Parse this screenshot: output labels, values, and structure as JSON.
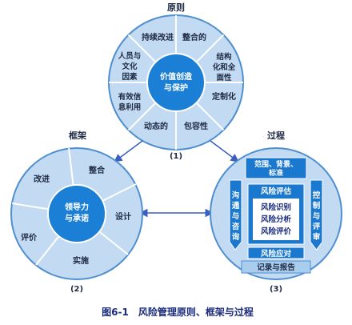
{
  "principles": {
    "title": "原则",
    "center": [
      "价值创造",
      "与保护"
    ],
    "items": [
      [
        "整合的"
      ],
      [
        "结构",
        "化和全",
        "面性"
      ],
      [
        "定制化"
      ],
      [
        "包容性"
      ],
      [
        "动态的"
      ],
      [
        "有效信",
        "息利用"
      ],
      [
        "人员与",
        "文化",
        "因素"
      ],
      [
        "持续改进"
      ]
    ],
    "number": "(1)"
  },
  "framework": {
    "title": "框架",
    "center": [
      "领导力",
      "与承诺"
    ],
    "items": [
      [
        "整合"
      ],
      [
        "设计"
      ],
      [
        "实施"
      ],
      [
        "评价"
      ],
      [
        "改进"
      ]
    ],
    "number": "(2)"
  },
  "process": {
    "title": "过程",
    "scope": [
      "范围、背景、",
      "标准"
    ],
    "assessment_title": "风险评估",
    "assessment_items": [
      "风险识别",
      "风险分析",
      "风险评价"
    ],
    "treatment": "风险应对",
    "left_arrow": [
      "沟",
      "通",
      "与",
      "咨",
      "询"
    ],
    "right_arrow": [
      "控",
      "制",
      "与",
      "评",
      "审"
    ],
    "recording": "记录与报告",
    "number": "(3)"
  },
  "caption": "图6-1　风险管理原则、框架与过程",
  "colors": {
    "outer_ring": "#c2dbf2",
    "ring_edge": "#4f8fd0",
    "center": "#1c7fd6",
    "box": "#1b78cf",
    "box_light": "#a9cdef",
    "arrow": "#3a5fc0",
    "caption": "#1a2b7a"
  }
}
